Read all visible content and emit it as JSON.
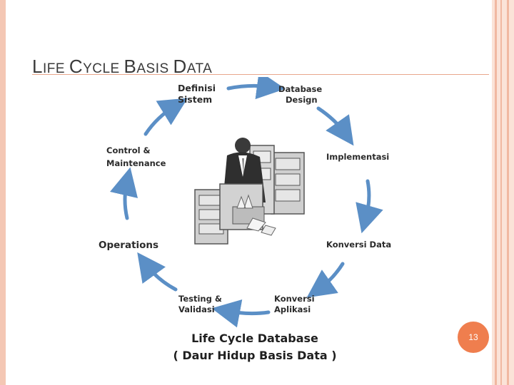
{
  "slide": {
    "title_first": "L",
    "title_rest1": "IFE ",
    "title_second": "C",
    "title_rest2": "YCLE ",
    "title_third": "B",
    "title_rest3": "ASIS ",
    "title_fourth": "D",
    "title_rest4": "ATA",
    "page_number": "13"
  },
  "diagram": {
    "stages": [
      {
        "line1": "Definisi",
        "line2": "Sistem"
      },
      {
        "line1": "Database",
        "line2": "Design"
      },
      {
        "line1": "Implementasi",
        "line2": ""
      },
      {
        "line1": "Konversi Data",
        "line2": ""
      },
      {
        "line1": "Konversi",
        "line2": "Aplikasi"
      },
      {
        "line1": "Testing &",
        "line2": "Validasi"
      },
      {
        "line1": "Operations",
        "line2": ""
      },
      {
        "line1": "Control &",
        "line2": "Maintenance"
      }
    ],
    "caption_line1": "Life Cycle Database",
    "caption_line2": "( Daur Hidup Basis Data )",
    "arrow_color": "#5b8fc6"
  }
}
